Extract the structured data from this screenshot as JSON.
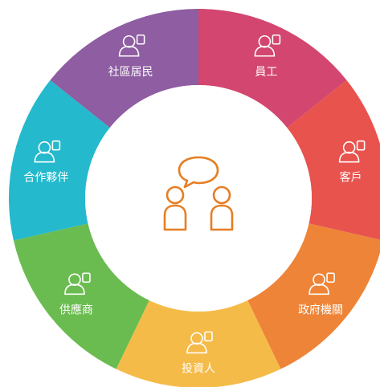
{
  "colors": {
    "center_icon": "#e67e22",
    "label_text": "#ffffff",
    "background": "#ffffff"
  },
  "segments": [
    {
      "label": "員工",
      "color": "#d2466f",
      "icon": "employee-id-card-icon"
    },
    {
      "label": "客戶",
      "color": "#e8534e",
      "icon": "customer-service-icon"
    },
    {
      "label": "政府機關",
      "color": "#ee8437",
      "icon": "government-official-icon"
    },
    {
      "label": "投資人",
      "color": "#f5bb49",
      "icon": "investor-money-icon"
    },
    {
      "label": "供應商",
      "color": "#6abc50",
      "icon": "supplier-worker-icon"
    },
    {
      "label": "合作夥伴",
      "color": "#25b9cd",
      "icon": "handshake-icon"
    },
    {
      "label": "社區居民",
      "color": "#8e5da2",
      "icon": "community-resident-icon"
    }
  ],
  "center": {
    "icon": "people-conversation-icon"
  }
}
